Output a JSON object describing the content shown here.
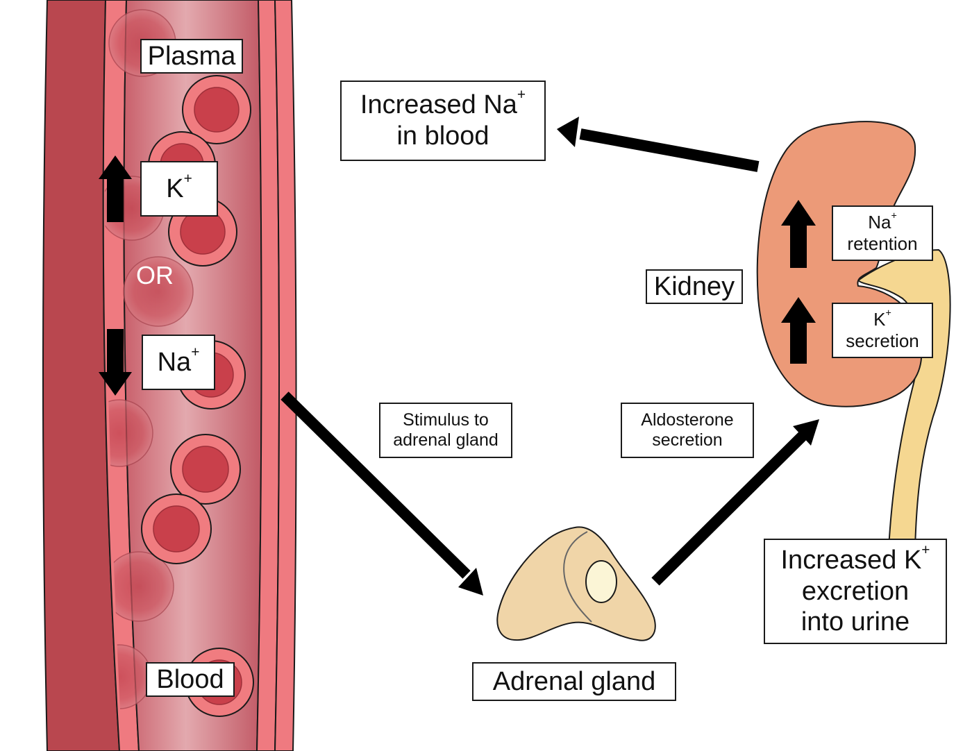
{
  "labels": {
    "plasma": "Plasma",
    "blood": "Blood",
    "k_ion": "K",
    "na_ion": "Na",
    "plus": "+",
    "or": "OR",
    "increased_na": {
      "line1": "Increased Na",
      "line2": "in blood"
    },
    "kidney": "Kidney",
    "na_retention": {
      "line1": "Na",
      "line2": "retention"
    },
    "k_secretion": {
      "line1": "K",
      "line2": "secretion"
    },
    "stimulus": {
      "line1": "Stimulus to",
      "line2": "adrenal gland"
    },
    "aldosterone": {
      "line1": "Aldosterone",
      "line2": "secretion"
    },
    "adrenal_gland": "Adrenal gland",
    "increased_k": {
      "line1": "Increased K",
      "line2": "excretion",
      "line3": "into urine"
    }
  },
  "colors": {
    "vessel_wall": "#b9474f",
    "vessel_lining": "#ef7a80",
    "plasma": "#cf6b74",
    "rbc_outer": "#f07c80",
    "rbc_inner": "#c9404b",
    "kidney": "#ec9a78",
    "ureter": "#f5d791",
    "adrenal": "#f0d5a8",
    "adrenal_core": "#fbf5d6",
    "arrow": "#000000"
  }
}
